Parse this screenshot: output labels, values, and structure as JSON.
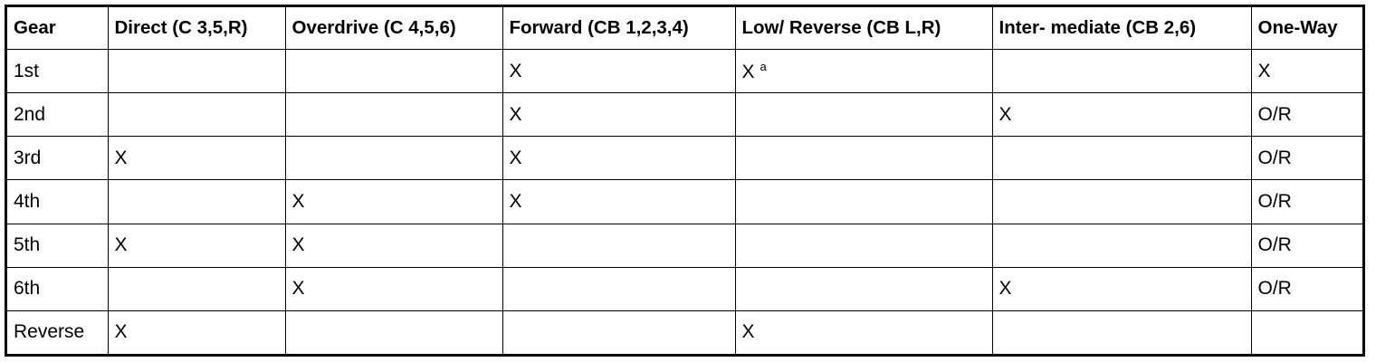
{
  "table": {
    "headers": [
      "Gear",
      "Direct (C 3,5,R)",
      "Overdrive (C 4,5,6)",
      "Forward (CB 1,2,3,4)",
      "Low/ Reverse (CB L,R)",
      "Inter- mediate (CB 2,6)",
      "One-Way"
    ],
    "rows": [
      {
        "gear": "1st",
        "direct": "",
        "overdrive": "",
        "forward": "X",
        "low_reverse": "X",
        "low_reverse_note": "a",
        "intermediate": "",
        "one_way": "X"
      },
      {
        "gear": "2nd",
        "direct": "",
        "overdrive": "",
        "forward": "X",
        "low_reverse": "",
        "low_reverse_note": "",
        "intermediate": "X",
        "one_way": "O/R"
      },
      {
        "gear": "3rd",
        "direct": "X",
        "overdrive": "",
        "forward": "X",
        "low_reverse": "",
        "low_reverse_note": "",
        "intermediate": "",
        "one_way": "O/R"
      },
      {
        "gear": "4th",
        "direct": "",
        "overdrive": "X",
        "forward": "X",
        "low_reverse": "",
        "low_reverse_note": "",
        "intermediate": "",
        "one_way": "O/R"
      },
      {
        "gear": "5th",
        "direct": "X",
        "overdrive": "X",
        "forward": "",
        "low_reverse": "",
        "low_reverse_note": "",
        "intermediate": "",
        "one_way": "O/R"
      },
      {
        "gear": "6th",
        "direct": "",
        "overdrive": "X",
        "forward": "",
        "low_reverse": "",
        "low_reverse_note": "",
        "intermediate": "X",
        "one_way": "O/R"
      },
      {
        "gear": "Reverse",
        "direct": "X",
        "overdrive": "",
        "forward": "",
        "low_reverse": "X",
        "low_reverse_note": "",
        "intermediate": "",
        "one_way": ""
      }
    ]
  }
}
